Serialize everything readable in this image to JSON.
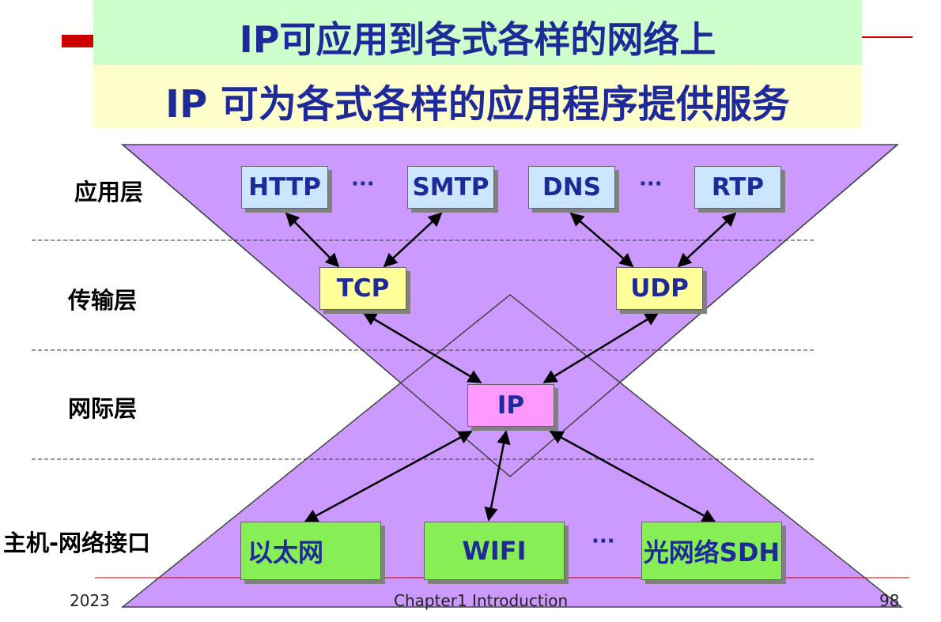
{
  "title": "IP可应用到各式各样的网络上",
  "subtitle": "IP 可为各式各样的应用程序提供服务",
  "layers": {
    "application": "应用层",
    "transport": "传输层",
    "internet": "网际层",
    "host_network": "主机-网络接口"
  },
  "application_protocols": [
    "HTTP",
    "SMTP",
    "DNS",
    "RTP"
  ],
  "transport_protocols": [
    "TCP",
    "UDP"
  ],
  "internet_protocol": "IP",
  "network_interfaces": [
    "以太网",
    "WIFI",
    "光网络SDH"
  ],
  "ellipsis": "···",
  "footer": {
    "year": "2023",
    "chapter": "Chapter1 Introduction",
    "page": "98"
  },
  "colors": {
    "title_text": "#1f2a9a",
    "hourglass_fill": "#cc99ff",
    "app_box": "#cce6ff",
    "transport_box": "#ffff99",
    "ip_box": "#ff99ff",
    "network_box": "#88ee55",
    "accent_red": "#cc0000"
  }
}
